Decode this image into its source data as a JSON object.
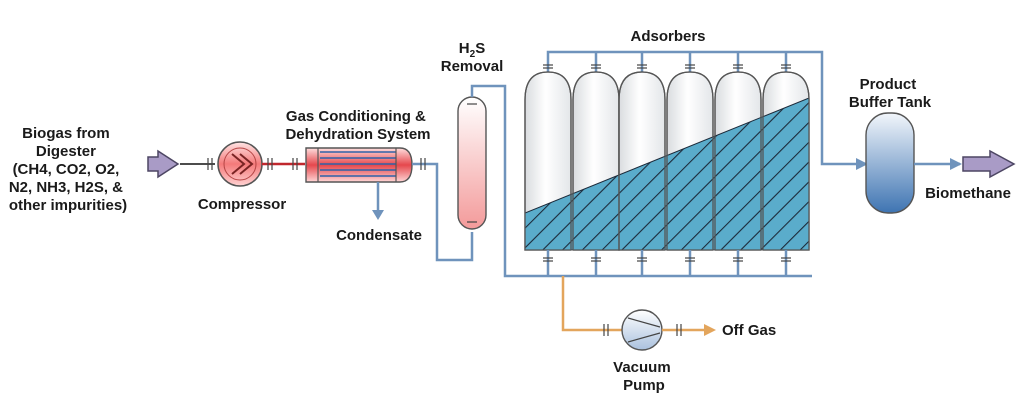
{
  "labels": {
    "biogas": [
      "Biogas from",
      "Digester",
      "(CH4, CO2, O2,",
      "N2, NH3, H2S, &",
      "other impurities)"
    ],
    "compressor": "Compressor",
    "gas_conditioning": [
      "Gas Conditioning &",
      "Dehydration System"
    ],
    "condensate": "Condensate",
    "h2s_removal": {
      "h": "H",
      "sub": "2",
      "s": "S",
      "line2": "Removal"
    },
    "adsorbers": "Adsorbers",
    "product_buffer_tank": [
      "Product",
      "Buffer Tank"
    ],
    "biomethane": "Biomethane",
    "vacuum_pump": [
      "Vacuum",
      "Pump"
    ],
    "off_gas": "Off Gas"
  },
  "colors": {
    "pipe": "#6f93bc",
    "vacuum_pipe": "#e3a55c",
    "arrow_fill": "#a99bc6",
    "heat_red": "#e5484d",
    "adsorbent": "#5aaccb",
    "buffer_tank": "#3e74b2"
  }
}
